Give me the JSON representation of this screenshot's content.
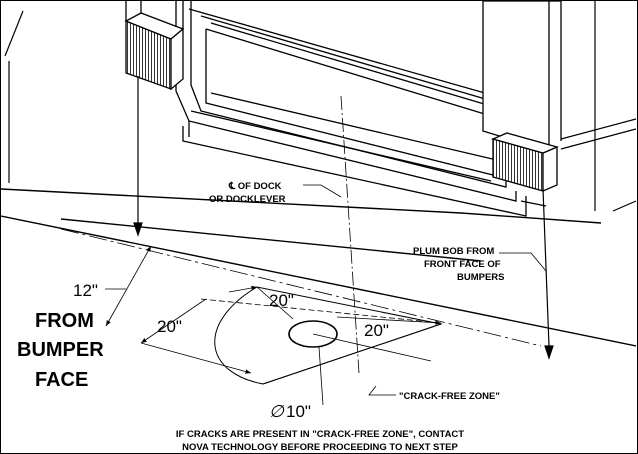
{
  "labels": {
    "centerline": "℄ OF DOCK",
    "centerline_2": "OR DOCKLEVER",
    "plumb_1": "PLUM BOB FROM",
    "plumb_2": "FRONT FACE OF",
    "plumb_3": "BUMPERS",
    "from": "FROM",
    "bumper": "BUMPER",
    "face": "FACE",
    "crack_free": "\"CRACK-FREE ZONE\"",
    "note_1": "IF CRACKS ARE PRESENT IN \"CRACK-FREE ZONE\", CONTACT",
    "note_2": "NOVA TECHNOLOGY BEFORE PROCEEDING TO NEXT STEP"
  },
  "dimensions": {
    "d12": "12\"",
    "d20_left": "20\"",
    "d20_top": "20\"",
    "d20_right": "20\"",
    "diameter_symbol": "∅",
    "diameter": "10\""
  },
  "colors": {
    "line": "#000000",
    "background": "#ffffff"
  }
}
